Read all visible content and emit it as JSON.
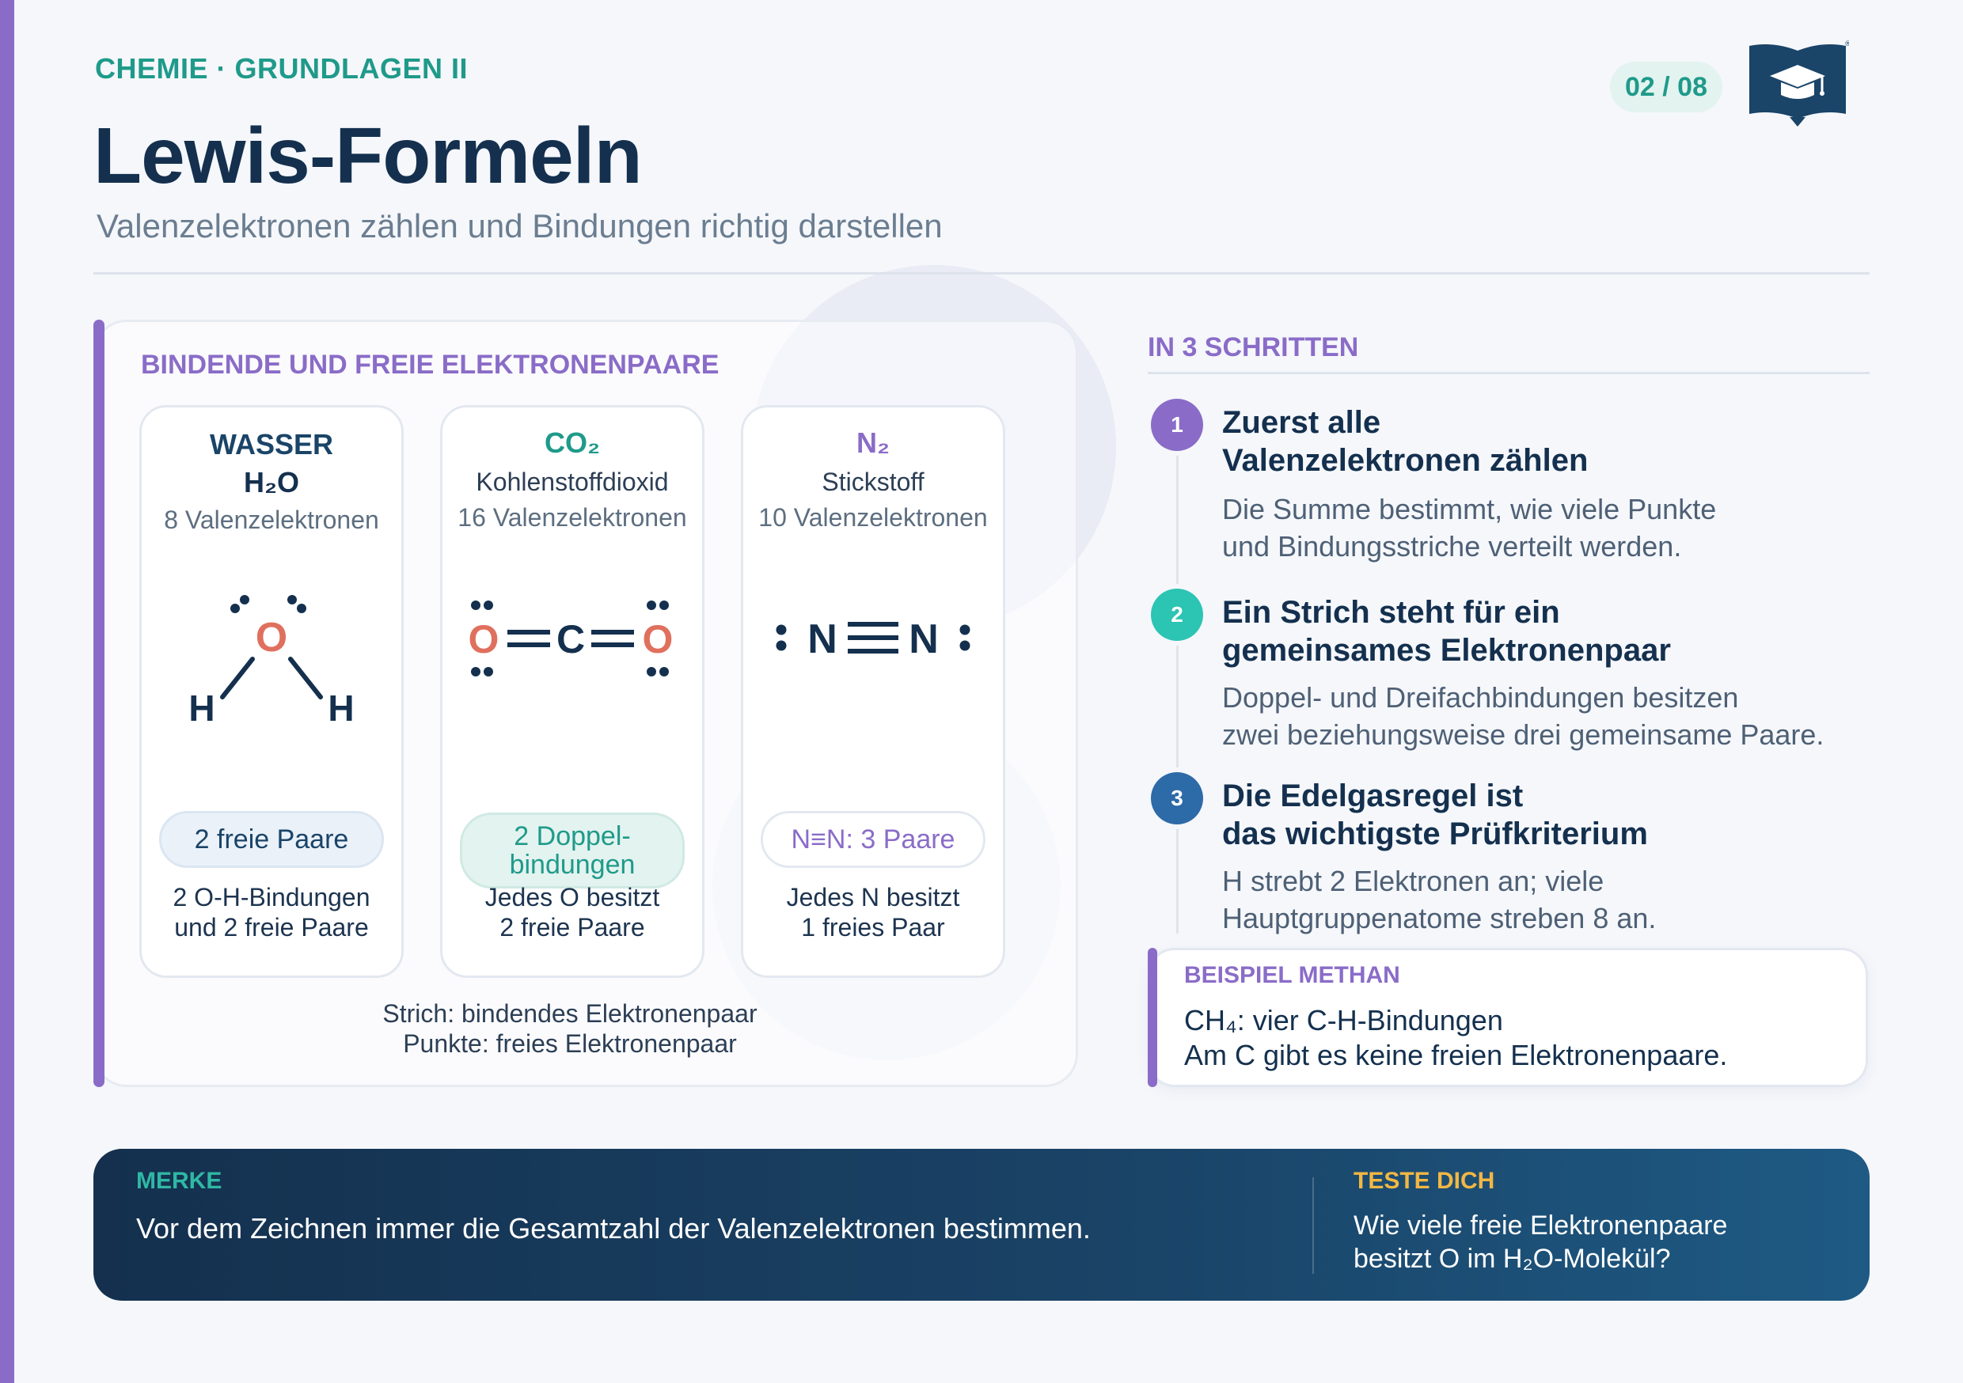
{
  "header": {
    "kicker": "CHEMIE · GRUNDLAGEN II",
    "title": "Lewis-Formeln",
    "subtitle": "Valenzelektronen zählen und Bindungen richtig darstellen",
    "page_counter": "02 / 08",
    "logo_icon": "graduation-cap-book-icon"
  },
  "left_panel": {
    "heading": "BINDENDE UND FREIE ELEKTRONENPAARE",
    "cards": [
      {
        "head": "WASSER",
        "formula": "H₂O",
        "valence": "8 Valenzelektronen",
        "atoms": {
          "center": "O",
          "left": "H",
          "right": "H"
        },
        "pill": "2 freie Paare",
        "note_line1": "2 O-H-Bindungen",
        "note_line2": "und 2 freie Paare"
      },
      {
        "head": "CO₂",
        "name": "Kohlenstoffdioxid",
        "valence": "16 Valenzelektronen",
        "atoms": {
          "left": "O",
          "center": "C",
          "right": "O"
        },
        "pill_line1": "2 Doppel-",
        "pill_line2": "bindungen",
        "note_line1": "Jedes O besitzt",
        "note_line2": "2 freie Paare"
      },
      {
        "head": "N₂",
        "name": "Stickstoff",
        "valence": "10 Valenzelektronen",
        "atoms": {
          "left": "N",
          "right": "N"
        },
        "pill": "N≡N: 3 Paare",
        "note_line1": "Jedes N besitzt",
        "note_line2": "1 freies Paar"
      }
    ],
    "legend_line1": "Strich: bindendes Elektronenpaar",
    "legend_line2": "Punkte: freies Elektronenpaar"
  },
  "steps": {
    "heading": "IN 3 SCHRITTEN",
    "items": [
      {
        "num": "1",
        "title_line1": "Zuerst alle",
        "title_line2": "Valenzelektronen zählen",
        "text_line1": "Die Summe bestimmt, wie viele Punkte",
        "text_line2": "und Bindungsstriche verteilt werden."
      },
      {
        "num": "2",
        "title_line1": "Ein Strich steht für ein",
        "title_line2": "gemeinsames Elektronenpaar",
        "text_line1": "Doppel- und Dreifachbindungen besitzen",
        "text_line2": "zwei beziehungsweise drei gemeinsame Paare."
      },
      {
        "num": "3",
        "title_line1": "Die Edelgasregel ist",
        "title_line2": "das wichtigste Prüfkriterium",
        "text_line1": "H strebt 2 Elektronen an; viele",
        "text_line2": "Hauptgruppenatome streben 8 an."
      }
    ]
  },
  "example": {
    "label": "BEISPIEL METHAN",
    "line1": "CH₄: vier C-H-Bindungen",
    "line2": "Am C gibt es keine freien Elektronenpaare."
  },
  "banner": {
    "merke_label": "MERKE",
    "merke_text": "Vor dem Zeichnen immer die Gesamtzahl der Valenzelektronen bestimmen.",
    "teste_label": "TESTE DICH",
    "teste_line1": "Wie viele freie Elektronenpaare",
    "teste_line2": "besitzt O im H₂O-Molekül?"
  },
  "colors": {
    "purple": "#8a6cc8",
    "teal": "#1f9a8a",
    "teal_step": "#2cc4b3",
    "navy": "#14304e",
    "blue_step": "#2d6aa8",
    "oxygen": "#e0705e",
    "gold": "#f2b743"
  }
}
